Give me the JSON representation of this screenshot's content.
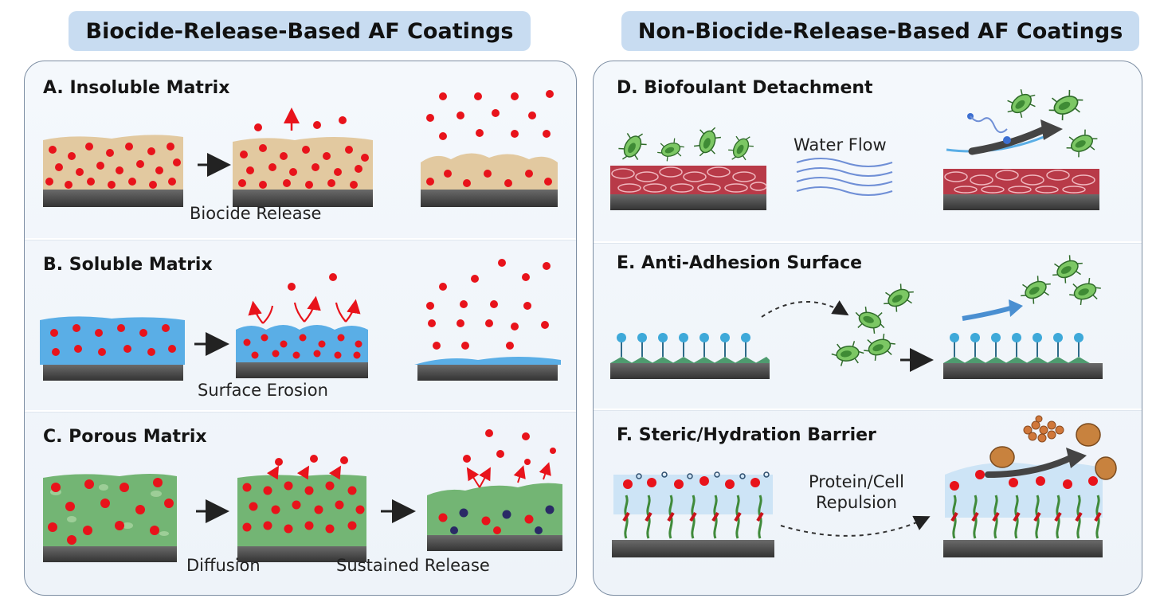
{
  "headers": {
    "left": "Biocide-Release-Based AF Coatings",
    "right": "Non-Biocide-Release-Based AF Coatings"
  },
  "panels": {
    "a": {
      "title": "A. Insoluble Matrix",
      "caption": "Biocide Release"
    },
    "b": {
      "title": "B. Soluble Matrix",
      "caption": "Surface Erosion"
    },
    "c": {
      "title": "C. Porous Matrix",
      "caption_1": "Diffusion",
      "caption_2": "Sustained Release"
    },
    "d": {
      "title": "D. Biofoulant Detachment",
      "caption": "Water Flow"
    },
    "e": {
      "title": "E. Anti-Adhesion Surface"
    },
    "f": {
      "title": "F. Steric/Hydration Barrier",
      "caption_line1": "Protein/Cell",
      "caption_line2": "Repulsion"
    }
  },
  "colors": {
    "header_bg": "#c8dcf1",
    "biocide_red": "#e8131b",
    "insoluble_matrix": "#e2c9a0",
    "soluble_matrix": "#5aaee6",
    "porous_matrix": "#73b574",
    "biofilm_red": "#b83a48",
    "bacteria_green": "#6fbf5a",
    "substrate_dark": "#454545"
  }
}
